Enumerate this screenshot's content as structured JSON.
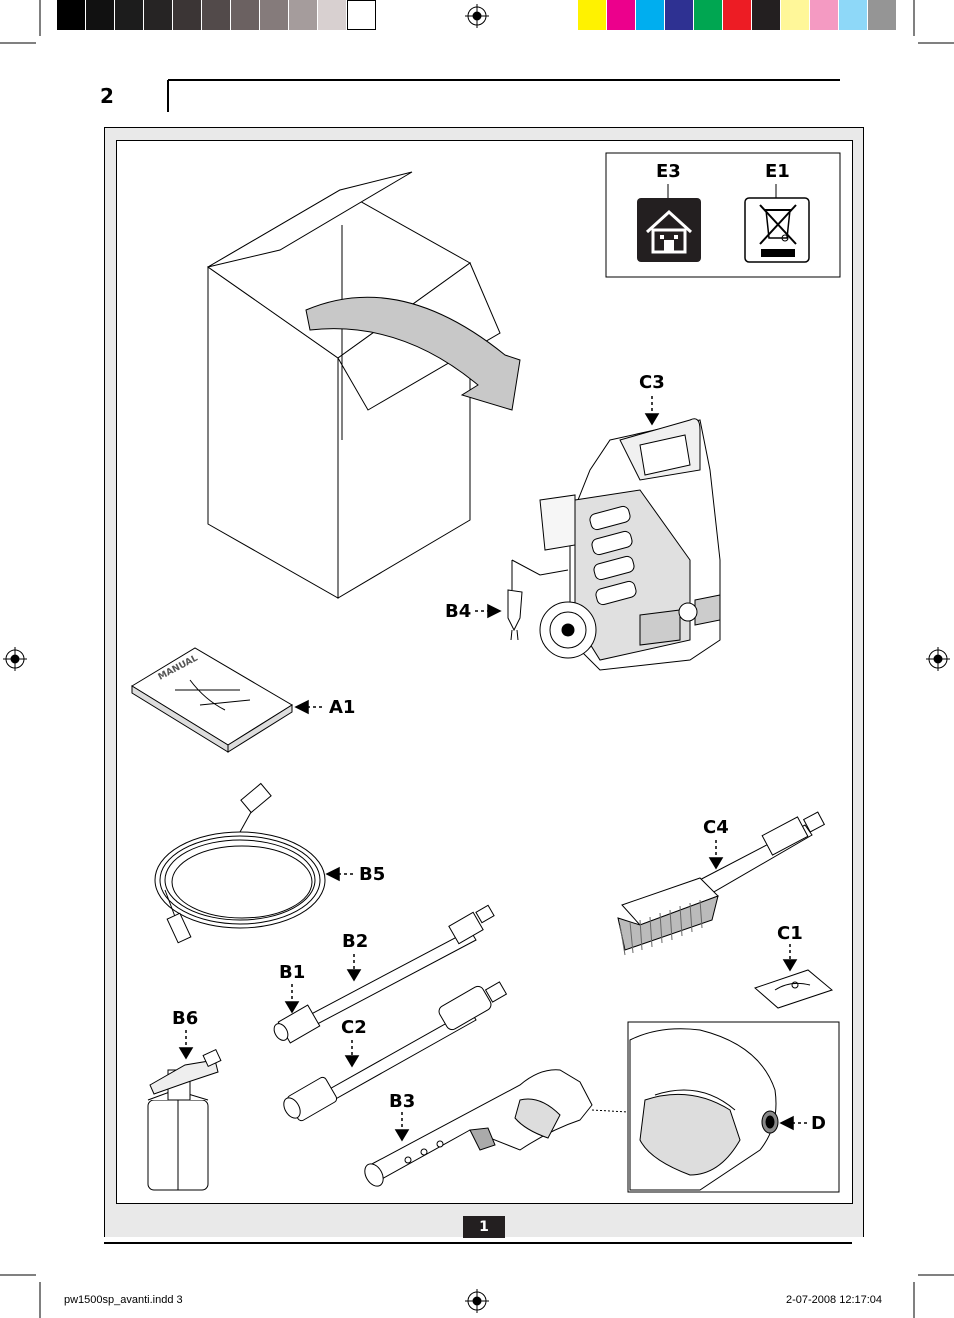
{
  "color_bar": {
    "grays": [
      "#000000",
      "#111111",
      "#1c1c1c",
      "#262424",
      "#3b3535",
      "#524a4a",
      "#6b6161",
      "#857b7b",
      "#a59c9c",
      "#d8d0d0",
      "#ffffff"
    ],
    "colors": [
      "#fff200",
      "#ec008c",
      "#00aeef",
      "#2e3192",
      "#00a651",
      "#ed1c24",
      "#231f20",
      "#fff799",
      "#f49ac2",
      "#8ed8f8",
      "#959595"
    ]
  },
  "header": {
    "page_number": "2"
  },
  "symbols": {
    "e3_label": "E3",
    "e1_label": "E1"
  },
  "box": {
    "manual_text": "MANUAL"
  },
  "labels": {
    "a1": "A1",
    "b1": "B1",
    "b2": "B2",
    "b3": "B3",
    "b4": "B4",
    "b5": "B5",
    "b6": "B6",
    "c1": "C1",
    "c2": "C2",
    "c3": "C3",
    "c4": "C4",
    "d": "D"
  },
  "footer": {
    "figure_number": "1",
    "file_name": "pw1500sp_avanti.indd   3",
    "timestamp": "2-07-2008   12:17:04"
  }
}
